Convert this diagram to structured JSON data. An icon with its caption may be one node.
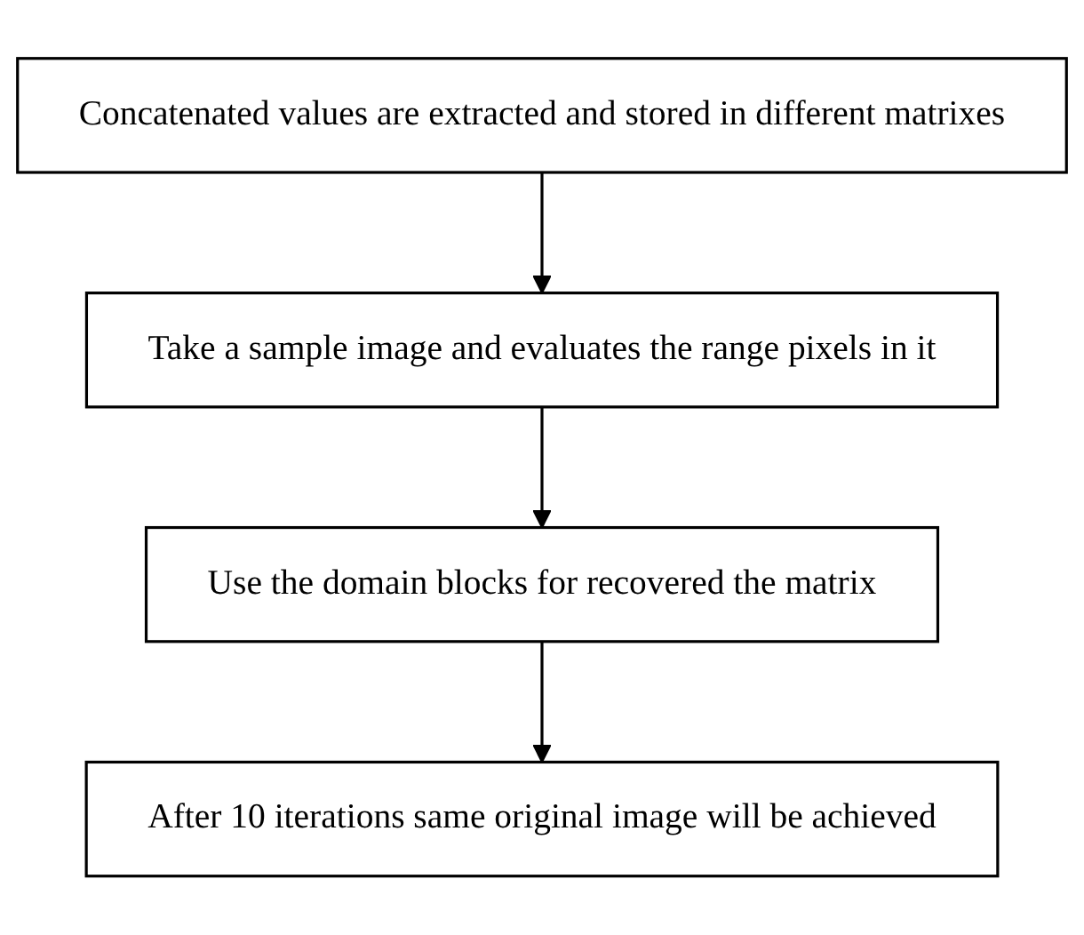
{
  "diagram": {
    "nodes": [
      {
        "text": [
          "Concatenated values are extracted and stored in different matrixes"
        ]
      },
      {
        "text": [
          "Take a sample image and evaluates the range pixels in it"
        ]
      },
      {
        "text": [
          "Use the domain blocks for recovered the matrix"
        ]
      },
      {
        "text": [
          "After 10 iterations same original image will be achieved"
        ]
      }
    ],
    "edges": [
      {
        "from": 0,
        "to": 1,
        "arrow": "to"
      },
      {
        "from": 1,
        "to": 2,
        "arrow": "to"
      },
      {
        "from": 2,
        "to": 3,
        "arrow": "to"
      }
    ]
  }
}
